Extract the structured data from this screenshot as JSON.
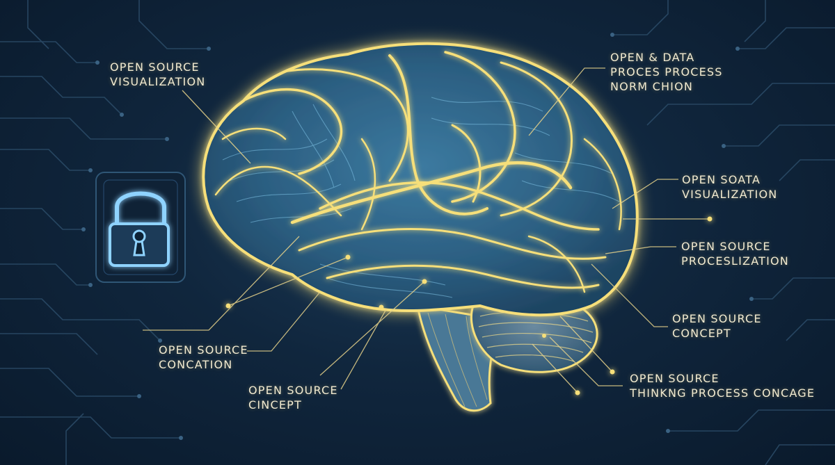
{
  "palette": {
    "background": "#10263d",
    "glow": "#f6df7a",
    "brain_fill": "#2c5f82",
    "circuit": "#2a4a66",
    "lock": "#8fd3ff"
  },
  "icons": {
    "lock": "lock-icon"
  },
  "labels": {
    "top_left": {
      "line1": "OPEN SOURCE",
      "line2": "VISUALIZATION"
    },
    "top_right": {
      "line1": "OPEN & DATA",
      "line2": "PROCES PROCESS",
      "line3": "NORM CHION"
    },
    "right_1": {
      "line1": "OPEN SOATA",
      "line2": "VISUALIZATION"
    },
    "right_2": {
      "line1": "OPEN SOURCE",
      "line2": "PROCESLIZATION"
    },
    "right_3": {
      "line1": "OPEN SOURCE",
      "line2": "CONCEPT"
    },
    "right_4": {
      "line1": "OPEN SOURCE",
      "line2": "THINKNG PROCESS CONCAGE"
    },
    "bottom_left_1": {
      "line1": "OPEN SOURCE",
      "line2": "CONCATION"
    },
    "bottom_left_2": {
      "line1": "OPEN SOURCE",
      "line2": "CINCEPT"
    }
  }
}
